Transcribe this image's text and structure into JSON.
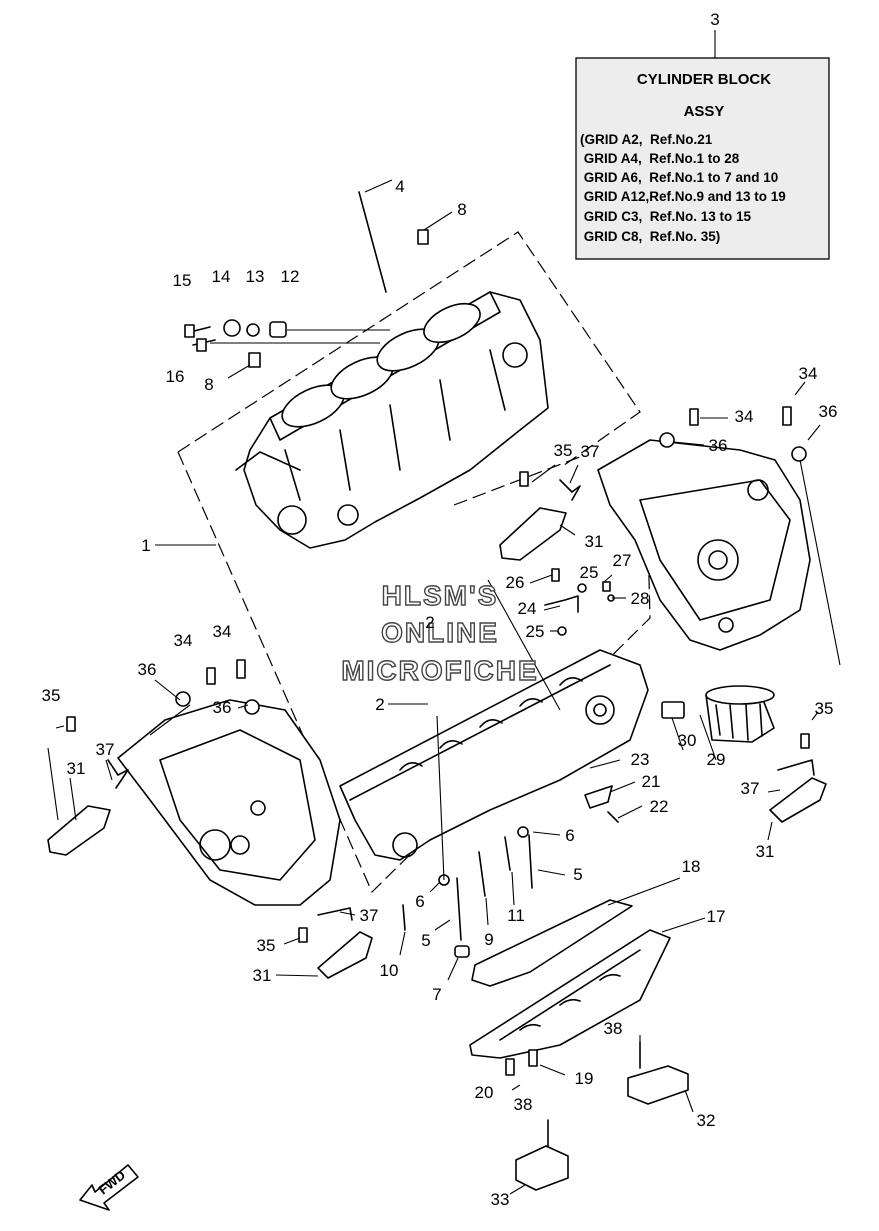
{
  "diagram": {
    "note": {
      "ref_number": "3",
      "title_line1": "CYLINDER BLOCK",
      "title_line2": "ASSY",
      "lines": [
        "(GRID A2,  Ref.No.21",
        " GRID A4,  Ref.No.1 to 28",
        " GRID A6,  Ref.No.1 to 7 and 10",
        " GRID A12,Ref.No.9 and 13 to 19",
        " GRID C3,  Ref.No. 13 to 15",
        " GRID C8,  Ref.No. 35)"
      ]
    },
    "watermark": [
      "HLSM'S",
      "ONLINE",
      "MICROFICHE"
    ],
    "direction_label": "FWD",
    "callouts": [
      "1",
      "2",
      "2",
      "4",
      "5",
      "5",
      "6",
      "6",
      "7",
      "8",
      "8",
      "9",
      "10",
      "11",
      "12",
      "13",
      "14",
      "15",
      "16",
      "17",
      "18",
      "19",
      "20",
      "21",
      "22",
      "23",
      "24",
      "25",
      "25",
      "26",
      "27",
      "28",
      "29",
      "30",
      "31",
      "31",
      "31",
      "31",
      "32",
      "33",
      "34",
      "34",
      "34",
      "34",
      "35",
      "35",
      "35",
      "35",
      "36",
      "36",
      "36",
      "36",
      "37",
      "37",
      "37",
      "37",
      "38",
      "38"
    ]
  }
}
